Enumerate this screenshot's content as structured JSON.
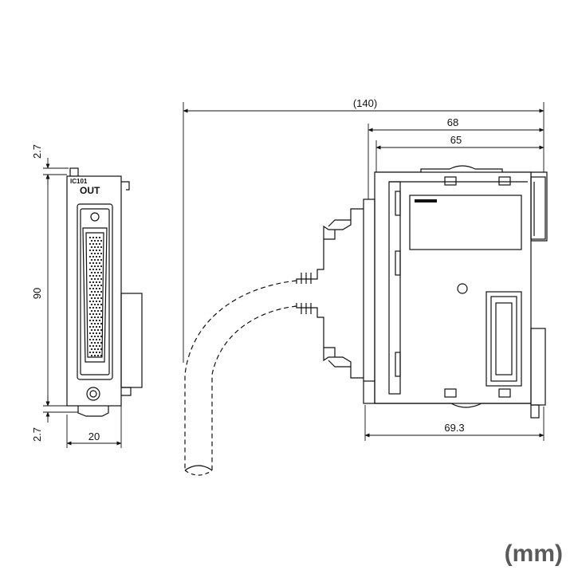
{
  "front_view": {
    "label_model": "IC101",
    "label_out": "OUT",
    "dim_top": "2.7",
    "dim_height": "90",
    "dim_bottom": "2.7",
    "dim_width": "20"
  },
  "side_view": {
    "dim_total": "(140)",
    "dim_68": "68",
    "dim_65": "65",
    "dim_693": "69.3"
  },
  "unit_label": "(mm)"
}
